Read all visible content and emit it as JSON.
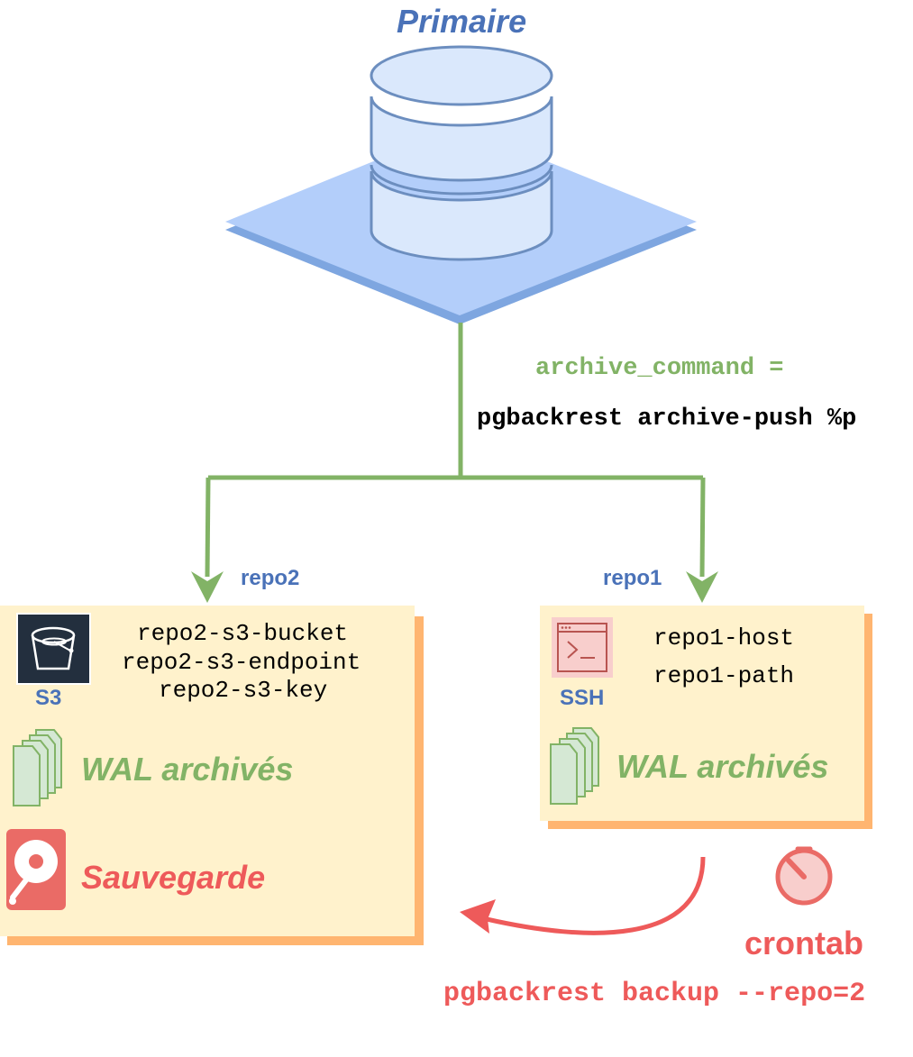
{
  "primary": {
    "title": "Primaire"
  },
  "archive_command": {
    "label": "archive_command =",
    "command": "pgbackrest archive-push %p"
  },
  "repo2": {
    "label": "repo2",
    "icon_label": "S3",
    "params": [
      "repo2-s3-bucket",
      "repo2-s3-endpoint",
      "repo2-s3-key"
    ],
    "wal_label": "WAL archivés",
    "backup_label": "Sauvegarde"
  },
  "repo1": {
    "label": "repo1",
    "icon_label": "SSH",
    "params": [
      "repo1-host",
      "repo1-path"
    ],
    "wal_label": "WAL archivés"
  },
  "cron": {
    "label": "crontab",
    "command": "pgbackrest backup --repo=2"
  },
  "colors": {
    "green": "#82b366",
    "blue_text": "#4a72b8",
    "red": "#ee5a5a",
    "panel_fill": "#fff2cc",
    "panel_shadow": "#ffb570",
    "platform": "#b3cefa",
    "db_fill": "#dae8fc",
    "db_stroke": "#6c8ebf"
  }
}
